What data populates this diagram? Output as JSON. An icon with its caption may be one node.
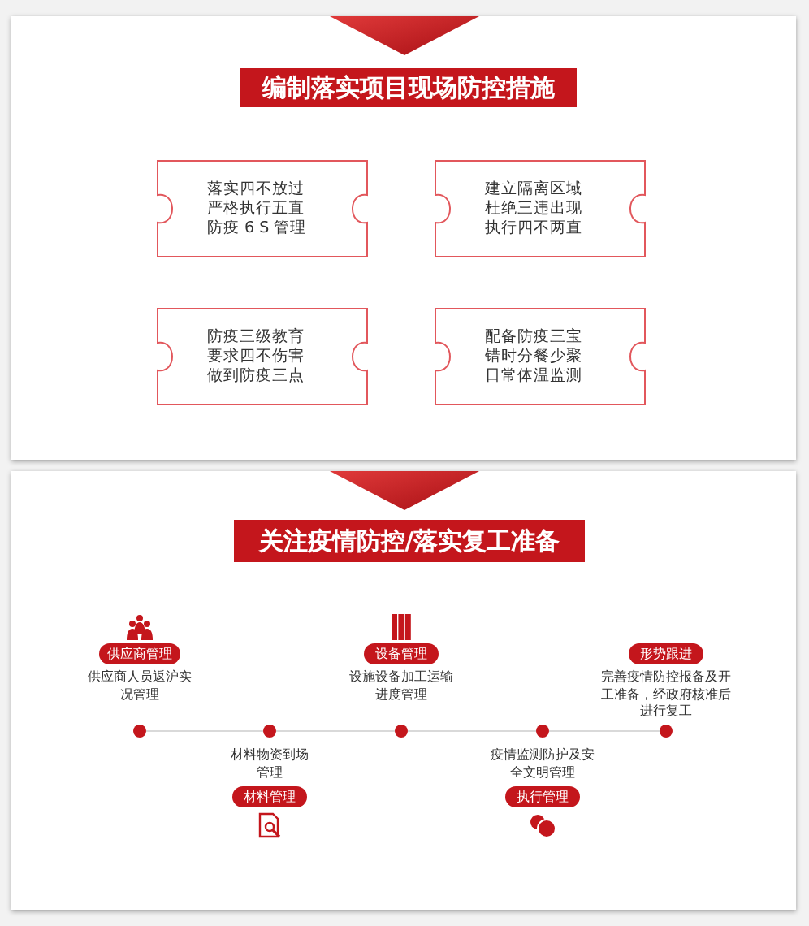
{
  "diagram": {
    "nodes": [
      {
        "text": [
          "编制落实项目现场防控措施"
        ]
      },
      {
        "text": [
          "落实四不放过严格执行五直防疫 6 S 管理"
        ]
      },
      {
        "text": [
          "建立隔离区域杜绝三违出现执行四不两直"
        ]
      },
      {
        "text": [
          "防疫三级教育要求四不伤害做到防疫三点"
        ]
      },
      {
        "text": [
          "配备防疫三宝错时分餐少聚日常体温监测"
        ]
      },
      {
        "text": [
          "关注疫情防控/落实复工准备"
        ]
      },
      {
        "text": [
          "供应商管理"
        ],
        "beside": [
          "供应商人员返沪实况管理"
        ]
      },
      {
        "text": [
          "设备管理"
        ],
        "beside": [
          "设施设备加工运输进度管理"
        ]
      },
      {
        "text": [
          "形势跟进"
        ],
        "beside": [
          "完善疫情防控报备及开工准备，经政府核准后进行复工"
        ]
      },
      {
        "text": [
          "材料管理"
        ],
        "beside": [
          "材料物资到场管理"
        ]
      },
      {
        "text": [
          "执行管理"
        ],
        "beside": [
          "疫情监测防护及安全文明管理"
        ]
      },
      {
        "text": [],
        "shape": "circle"
      },
      {
        "text": [],
        "shape": "circle"
      },
      {
        "text": [],
        "shape": "circle"
      },
      {
        "text": [],
        "shape": "circle"
      },
      {
        "text": [],
        "shape": "circle"
      }
    ],
    "edges": [
      {
        "from": 11,
        "to": 12,
        "arrow": "none"
      },
      {
        "from": 12,
        "to": 13,
        "arrow": "none"
      },
      {
        "from": 13,
        "to": 14,
        "arrow": "none"
      },
      {
        "from": 14,
        "to": 15,
        "arrow": "none"
      }
    ]
  }
}
